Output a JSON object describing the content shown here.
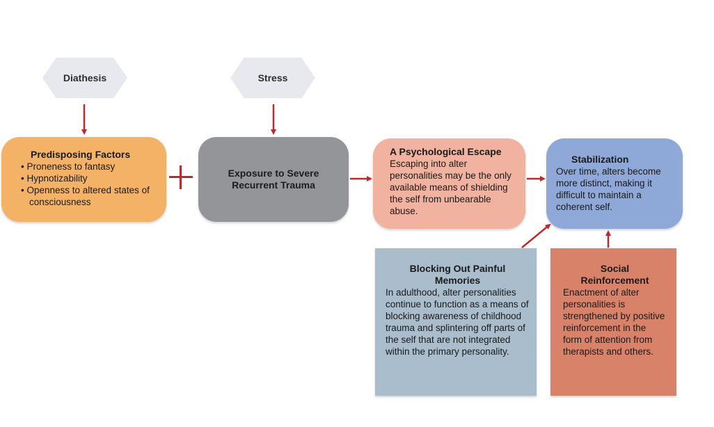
{
  "diagram": {
    "diathesis": {
      "label": "Diathesis"
    },
    "stress": {
      "label": "Stress"
    },
    "predisposing": {
      "title": "Predisposing Factors",
      "items": [
        "Proneness to fantasy",
        "Hypnotizability",
        "Openness to altered states of consciousness"
      ]
    },
    "plus_symbol": "+",
    "exposure": {
      "title": "Exposure to Severe Recurrent Trauma"
    },
    "escape": {
      "title": "A Psychological Escape",
      "text": "Escaping into alter personalities may be the only available means of shielding the self from unbearable abuse."
    },
    "stabilization": {
      "title": "Stabilization",
      "text": "Over time, alters become more distinct, making it difficult to maintain a coherent self."
    },
    "blocking": {
      "title": "Blocking Out Painful Memories",
      "text": "In adulthood, alter personalities continue to function as a means of blocking awareness of childhood trauma and splintering off parts of the self that are not integrated within the primary personality."
    },
    "social": {
      "title": "Social Reinforcement",
      "text": "Enactment of alter personalities is strengthened by positive reinforcement in the form of attention from therapists and others."
    }
  },
  "colors": {
    "hexagon": "#e7e9ee",
    "predisposing": "#f3b266",
    "exposure": "#939598",
    "escape": "#f1b29f",
    "stabilization": "#8ea8d8",
    "blocking": "#a9bdcd",
    "social": "#d9826a",
    "arrow": "#c0272d"
  }
}
